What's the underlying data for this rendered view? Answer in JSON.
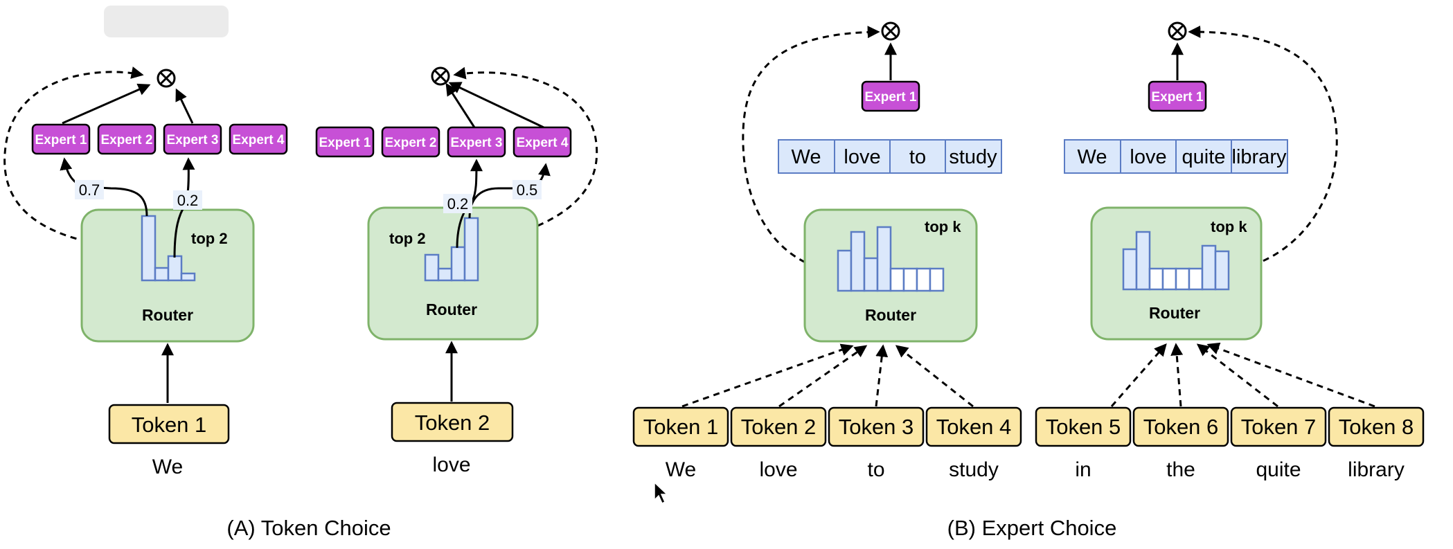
{
  "token_choice": {
    "caption": "(A) Token Choice",
    "panels": [
      {
        "experts": [
          "Expert 1",
          "Expert 2",
          "Expert 3",
          "Expert 4"
        ],
        "router_label": "Router",
        "topk_label": "top 2",
        "weights": [
          "0.7",
          "0.2"
        ],
        "token_label": "Token 1",
        "word": "We"
      },
      {
        "experts": [
          "Expert 1",
          "Expert 2",
          "Expert 3",
          "Expert 4"
        ],
        "router_label": "Router",
        "topk_label": "top 2",
        "weights": [
          "0.2",
          "0.5"
        ],
        "token_label": "Token 2",
        "word": "love"
      }
    ]
  },
  "expert_choice": {
    "caption": "(B) Expert Choice",
    "panels": [
      {
        "expert": "Expert 1",
        "selected_tokens": [
          "We",
          "love",
          "to",
          "study"
        ],
        "router_label": "Router",
        "topk_label": "top k",
        "tokens": [
          "Token 1",
          "Token 2",
          "Token 3",
          "Token 4"
        ],
        "words": [
          "We",
          "love",
          "to",
          "study"
        ]
      },
      {
        "expert": "Expert 1",
        "selected_tokens": [
          "We",
          "love",
          "quite",
          "library"
        ],
        "router_label": "Router",
        "topk_label": "top k",
        "tokens": [
          "Token 5",
          "Token 6",
          "Token 7",
          "Token 8"
        ],
        "words": [
          "in",
          "the",
          "quite",
          "library"
        ]
      }
    ]
  },
  "colors": {
    "expert_fill": "#c750d6",
    "router_fill": "#d3e9cf",
    "router_stroke": "#7fb36a",
    "token_fill": "#fbe7a6",
    "sequence_fill": "#dbe8fb",
    "bar_fill": "#dbe8fb",
    "bar_stroke": "#5b7cc4"
  }
}
